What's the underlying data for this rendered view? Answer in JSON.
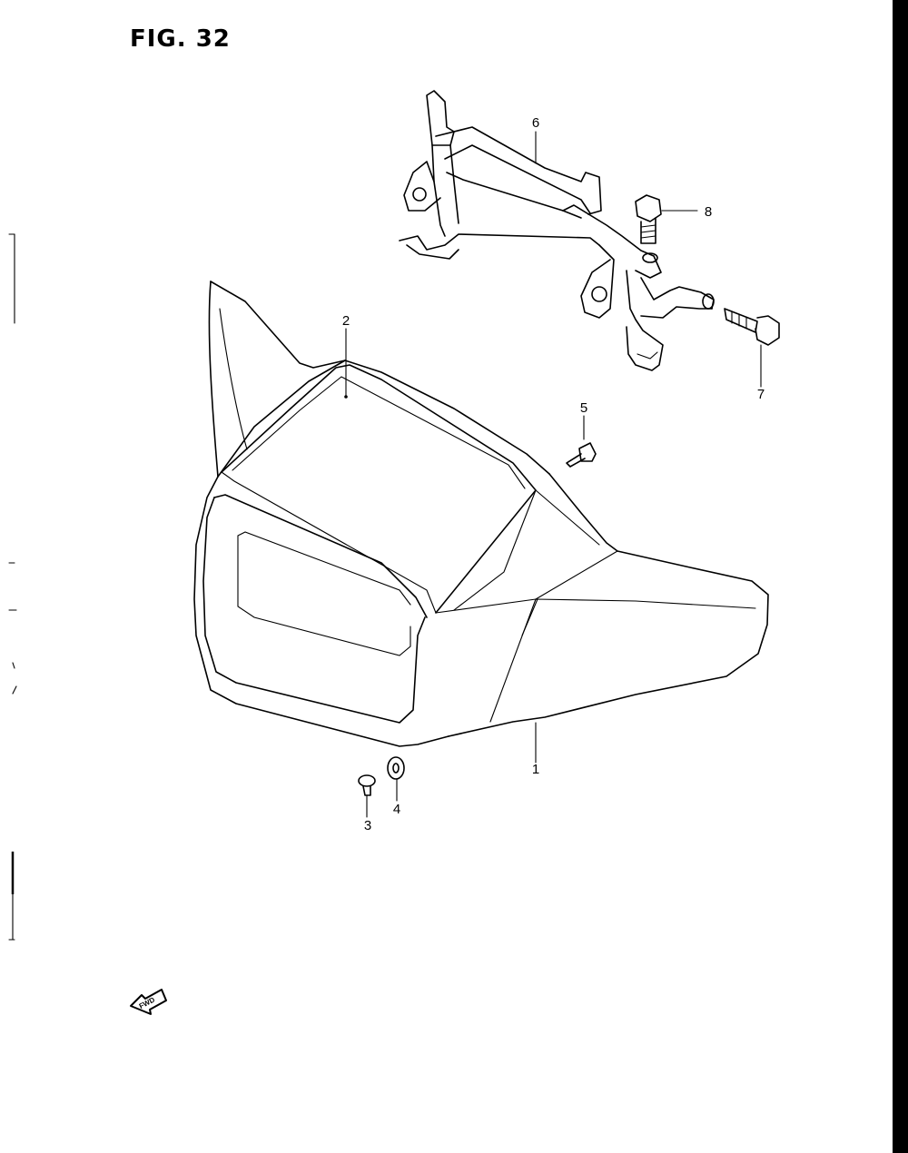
{
  "figure": {
    "title": "FIG. 32"
  },
  "callouts": [
    {
      "number": "1",
      "part": "headlight housing / cowl"
    },
    {
      "number": "2",
      "part": "headlight lens"
    },
    {
      "number": "3",
      "part": "screw"
    },
    {
      "number": "4",
      "part": "washer"
    },
    {
      "number": "5",
      "part": "screw"
    },
    {
      "number": "6",
      "part": "bracket"
    },
    {
      "number": "7",
      "part": "bolt"
    },
    {
      "number": "8",
      "part": "bolt"
    }
  ],
  "direction_marker": {
    "text": "FWD"
  }
}
